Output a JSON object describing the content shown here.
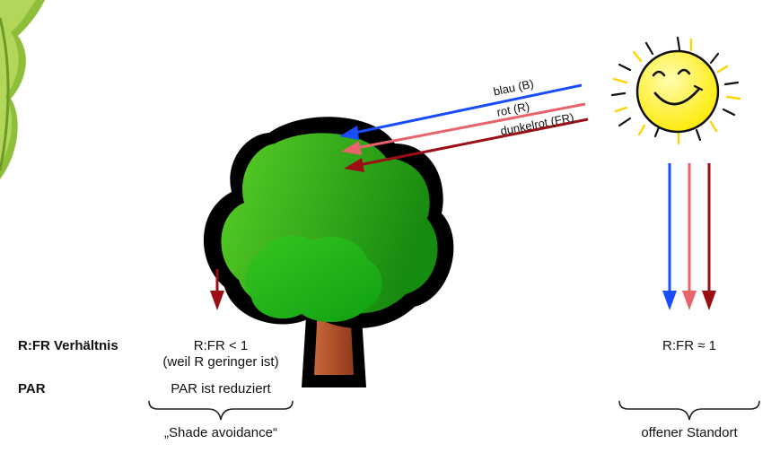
{
  "rays": {
    "blue_label": "blau (B)",
    "red_label": "rot (R)",
    "farred_label": "dunkelrot (FR)"
  },
  "rows": {
    "ratio_label": "R:FR Verhältnis",
    "par_label": "PAR"
  },
  "shade": {
    "ratio_value": "R:FR < 1",
    "ratio_note": "(weil R geringer ist)",
    "par_value": "PAR ist reduziert",
    "caption": "„Shade avoidance“"
  },
  "open": {
    "ratio_value": "R:FR ≈ 1",
    "caption": "offener Standort"
  },
  "colors": {
    "blue": "#1a4cff",
    "red": "#e8636a",
    "farred": "#9b0f14",
    "canopy_dark": "#1f8a12",
    "canopy_light": "#5ad027",
    "trunk": "#b4542c",
    "sun": "#fff25a",
    "leaf": "#8fbf3a"
  }
}
